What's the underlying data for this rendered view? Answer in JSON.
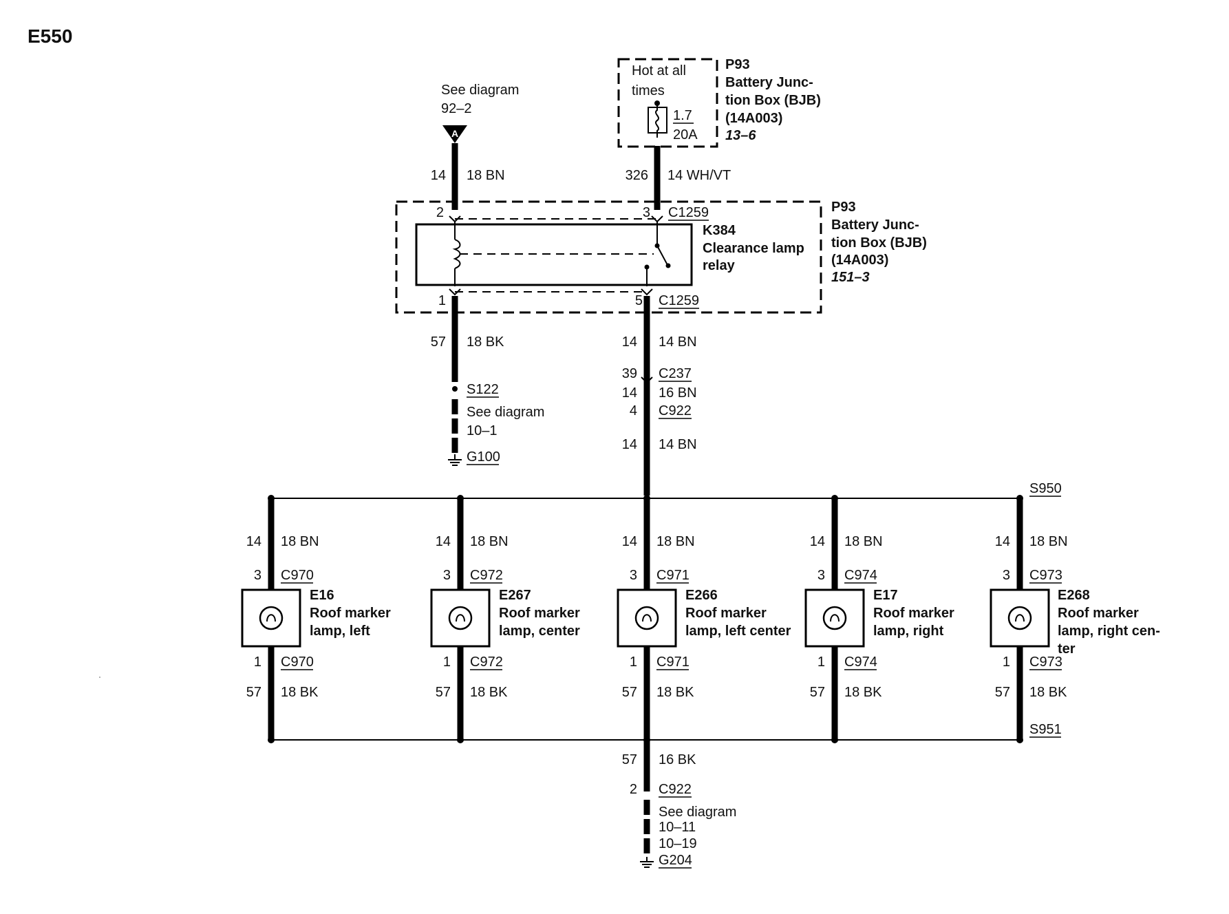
{
  "diagram_id": "E550",
  "source_a": {
    "marker": "A",
    "ref_line1": "See diagram",
    "ref_line2": "92–2",
    "circuit": "14",
    "wire": "18 BN"
  },
  "fuse_box": {
    "hot_line1": "Hot at all",
    "hot_line2": "times",
    "fuse_num": "1.7",
    "fuse_rating": "20A",
    "ref": "P93",
    "name_line1": "Battery Junc-",
    "name_line2": "tion Box (BJB)",
    "name_line3": "(14A003)",
    "page": "13–6",
    "circuit": "326",
    "wire": "14 WH/VT"
  },
  "relay_box": {
    "ref": "P93",
    "name_line1": "Battery Junc-",
    "name_line2": "tion Box (BJB)",
    "name_line3": "(14A003)",
    "page": "151–3",
    "relay_ref": "K384",
    "relay_line1": "Clearance lamp",
    "relay_line2": "relay",
    "pin_top_left": "2",
    "pin_top_right": "3",
    "conn_top": "C1259",
    "pin_bot_left": "1",
    "pin_bot_right": "5",
    "conn_bot": "C1259"
  },
  "ground_g100": {
    "circuit": "57",
    "wire": "18 BK",
    "splice": "S122",
    "ref_line1": "See diagram",
    "ref_line2": "10–1",
    "ground": "G100"
  },
  "feed": {
    "circuit1": "14",
    "wire1": "14 BN",
    "c237_pin": "39",
    "c237": "C237",
    "circuit2": "14",
    "wire2": "16 BN",
    "c922_pin": "4",
    "c922": "C922",
    "circuit3": "14",
    "wire3": "14 BN"
  },
  "splice_top": "S950",
  "splice_bottom": "S951",
  "lamps": [
    {
      "circuit_in": "14",
      "wire_in": "18 BN",
      "pin_in": "3",
      "conn": "C970",
      "ref": "E16",
      "line1": "Roof marker",
      "line2": "lamp, left",
      "line3": "",
      "pin_out": "1",
      "circuit_out": "57",
      "wire_out": "18 BK"
    },
    {
      "circuit_in": "14",
      "wire_in": "18 BN",
      "pin_in": "3",
      "conn": "C972",
      "ref": "E267",
      "line1": "Roof marker",
      "line2": "lamp, center",
      "line3": "",
      "pin_out": "1",
      "circuit_out": "57",
      "wire_out": "18 BK"
    },
    {
      "circuit_in": "14",
      "wire_in": "18 BN",
      "pin_in": "3",
      "conn": "C971",
      "ref": "E266",
      "line1": "Roof marker",
      "line2": "lamp, left center",
      "line3": "",
      "pin_out": "1",
      "circuit_out": "57",
      "wire_out": "18 BK"
    },
    {
      "circuit_in": "14",
      "wire_in": "18 BN",
      "pin_in": "3",
      "conn": "C974",
      "ref": "E17",
      "line1": "Roof marker",
      "line2": "lamp, right",
      "line3": "",
      "pin_out": "1",
      "circuit_out": "57",
      "wire_out": "18 BK"
    },
    {
      "circuit_in": "14",
      "wire_in": "18 BN",
      "pin_in": "3",
      "conn": "C973",
      "ref": "E268",
      "line1": "Roof marker",
      "line2": "lamp, right cen-",
      "line3": "ter",
      "pin_out": "1",
      "circuit_out": "57",
      "wire_out": "18 BK"
    }
  ],
  "ground_g204": {
    "circuit": "57",
    "wire": "16 BK",
    "c922_pin": "2",
    "c922": "C922",
    "ref_line1": "See diagram",
    "ref_line2": "10–11",
    "ref_line3": "10–19",
    "ground": "G204"
  }
}
